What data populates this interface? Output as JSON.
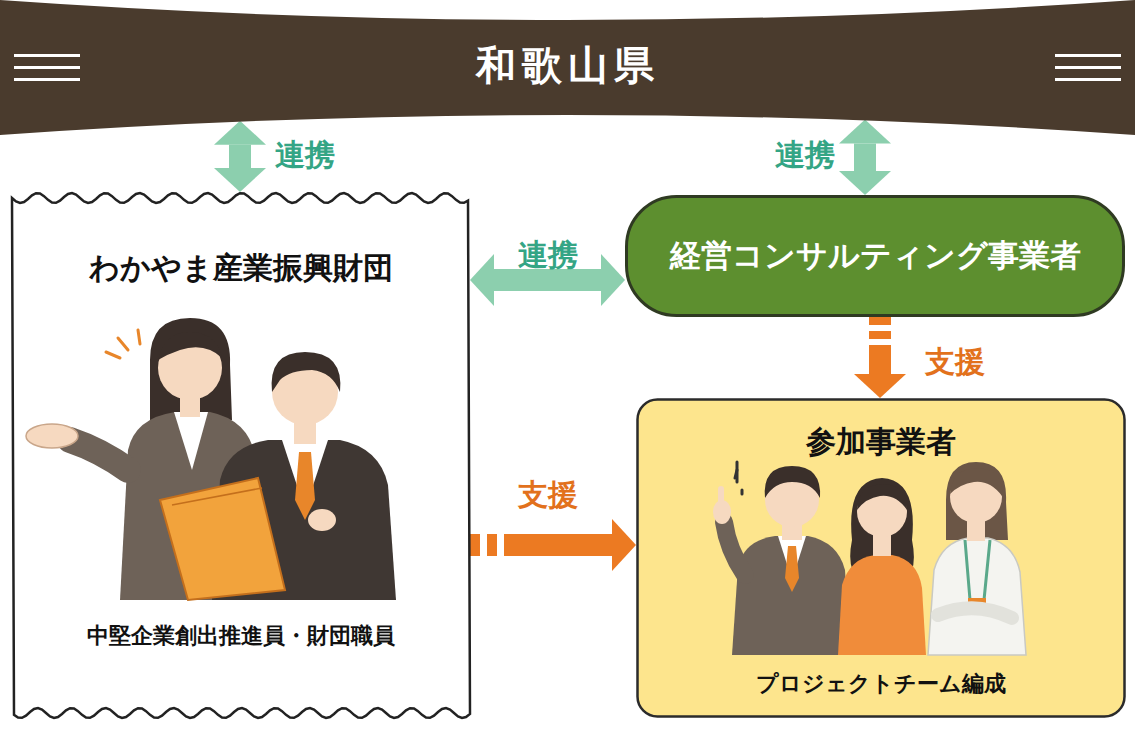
{
  "diagram": {
    "nodes": [
      {
        "text": [
          "和歌山県"
        ]
      },
      {
        "text": [
          "わかやま産業振興財団",
          "中堅企業創出推進員・財団職員"
        ]
      },
      {
        "text": [
          "経営コンサルティング事業者"
        ]
      },
      {
        "text": [
          "参加事業者",
          "プロジェクトチーム編成"
        ]
      }
    ],
    "edges": [
      {
        "from": 0,
        "to": 1,
        "label": "連携",
        "arrow": "both"
      },
      {
        "from": 0,
        "to": 2,
        "label": "連携",
        "arrow": "both"
      },
      {
        "from": 1,
        "to": 2,
        "label": "連携",
        "arrow": "both"
      },
      {
        "from": 2,
        "to": 3,
        "label": "支援",
        "arrow": "to"
      },
      {
        "from": 1,
        "to": 3,
        "label": "支援",
        "arrow": "to"
      }
    ]
  }
}
